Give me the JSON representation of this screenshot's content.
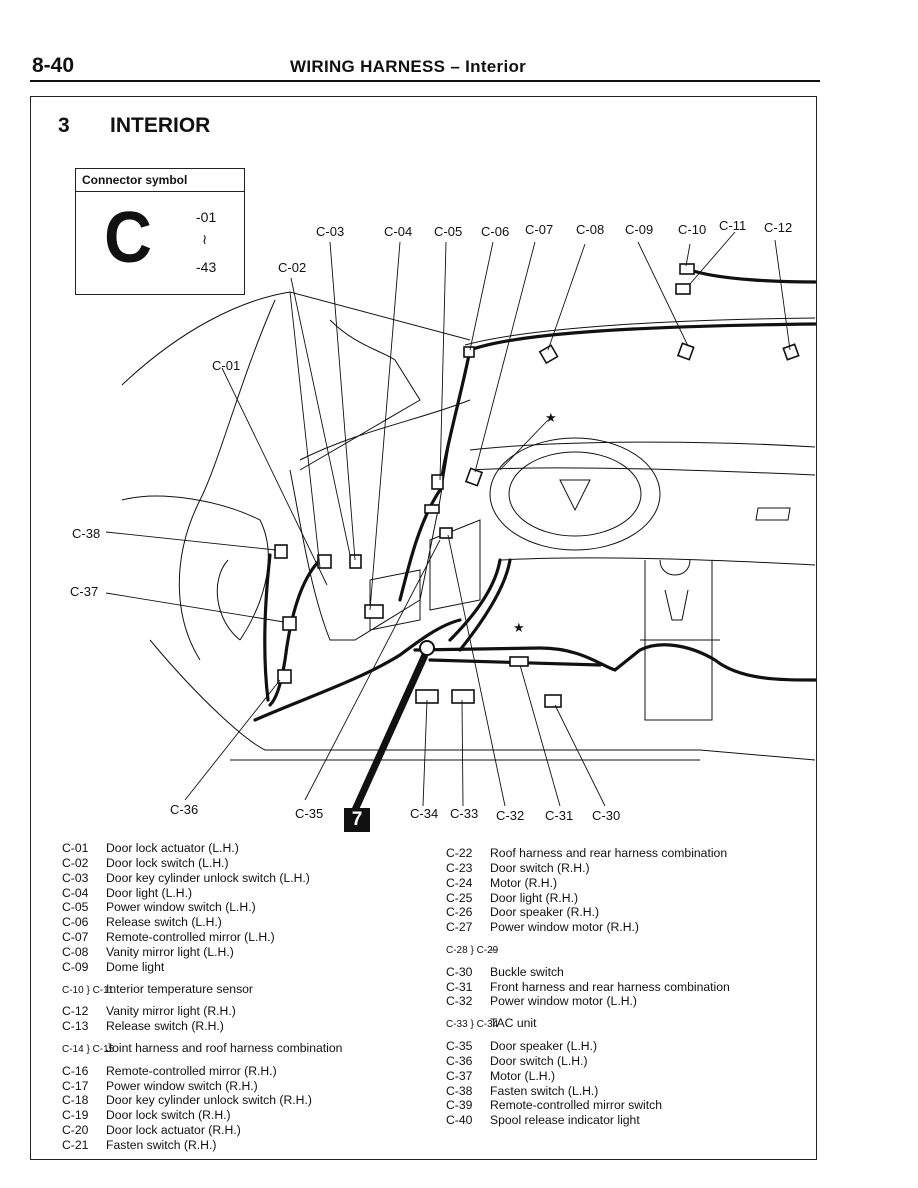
{
  "header": {
    "page_number": "8-40",
    "title": "WIRING HARNESS – Interior"
  },
  "section": {
    "number": "3",
    "title": "INTERIOR"
  },
  "connector_symbol": {
    "caption": "Connector symbol",
    "letter": "C",
    "range_start": "-01",
    "range_mark": "≀",
    "range_end": "-43"
  },
  "diagram_labels": {
    "c01": "C-01",
    "c02": "C-02",
    "c03": "C-03",
    "c04": "C-04",
    "c05": "C-05",
    "c06": "C-06",
    "c07": "C-07",
    "c08": "C-08",
    "c09": "C-09",
    "c10": "C-10",
    "c11": "C-11",
    "c12": "C-12",
    "c30": "C-30",
    "c31": "C-31",
    "c32": "C-32",
    "c33": "C-33",
    "c34": "C-34",
    "c35": "C-35",
    "c36": "C-36",
    "c37": "C-37",
    "c38": "C-38",
    "star": "★",
    "badge": "7"
  },
  "legend_left": [
    {
      "code": "C-01",
      "text": "Door lock actuator (L.H.)"
    },
    {
      "code": "C-02",
      "text": "Door lock switch (L.H.)"
    },
    {
      "code": "C-03",
      "text": "Door key cylinder unlock switch (L.H.)"
    },
    {
      "code": "C-04",
      "text": "Door light (L.H.)"
    },
    {
      "code": "C-05",
      "text": "Power window switch (L.H.)"
    },
    {
      "code": "C-06",
      "text": "Release switch (L.H.)"
    },
    {
      "code": "C-07",
      "text": "Remote-controlled mirror (L.H.)"
    },
    {
      "code": "C-08",
      "text": "Vanity mirror light (L.H.)"
    },
    {
      "code": "C-09",
      "text": "Dome light"
    },
    {
      "code": "C-10 } C-11",
      "text": "Interior temperature sensor"
    },
    {
      "code": "C-12",
      "text": "Vanity mirror light (R.H.)"
    },
    {
      "code": "C-13",
      "text": "Release switch (R.H.)"
    },
    {
      "code": "C-14 } C-15",
      "text": "Joint harness and roof harness combination"
    },
    {
      "code": "C-16",
      "text": "Remote-controlled mirror (R.H.)"
    },
    {
      "code": "C-17",
      "text": "Power window switch (R.H.)"
    },
    {
      "code": "C-18",
      "text": "Door key cylinder unlock switch (R.H.)"
    },
    {
      "code": "C-19",
      "text": "Door lock switch (R.H.)"
    },
    {
      "code": "C-20",
      "text": "Door lock actuator (R.H.)"
    },
    {
      "code": "C-21",
      "text": "Fasten switch (R.H.)"
    }
  ],
  "legend_right": [
    {
      "code": "C-22",
      "text": "Roof harness and rear harness combination"
    },
    {
      "code": "C-23",
      "text": "Door switch (R.H.)"
    },
    {
      "code": "C-24",
      "text": "Motor (R.H.)"
    },
    {
      "code": "C-25",
      "text": "Door light (R.H.)"
    },
    {
      "code": "C-26",
      "text": "Door speaker (R.H.)"
    },
    {
      "code": "C-27",
      "text": "Power window motor (R.H.)"
    },
    {
      "code": "C-28 } C-29",
      "text": "–"
    },
    {
      "code": "C-30",
      "text": "Buckle switch"
    },
    {
      "code": "C-31",
      "text": "Front harness and rear harness combination"
    },
    {
      "code": "C-32",
      "text": "Power window motor (L.H.)"
    },
    {
      "code": "C-33 } C-34",
      "text": "TAC unit"
    },
    {
      "code": "C-35",
      "text": "Door speaker (L.H.)"
    },
    {
      "code": "C-36",
      "text": "Door switch (L.H.)"
    },
    {
      "code": "C-37",
      "text": "Motor (L.H.)"
    },
    {
      "code": "C-38",
      "text": "Fasten switch (L.H.)"
    },
    {
      "code": "C-39",
      "text": "Remote-controlled mirror switch"
    },
    {
      "code": "C-40",
      "text": "Spool release indicator light"
    }
  ]
}
